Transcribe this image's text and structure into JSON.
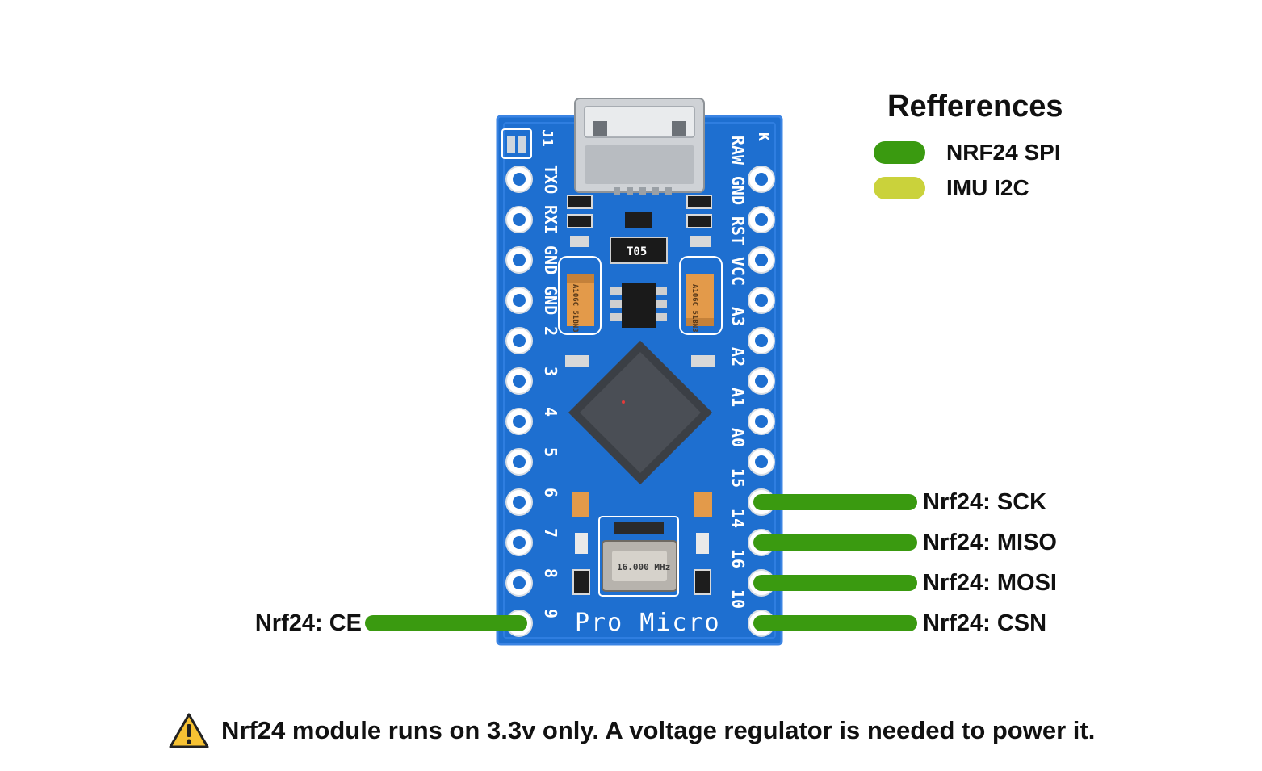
{
  "colors": {
    "nrf24_spi": "#3a9a10",
    "imu_i2c": "#cad23b",
    "board_blue": "#1e6fd0",
    "board_edge": "#2a78de",
    "warning_fill": "#f7c233"
  },
  "references": {
    "title": "Refferences",
    "items": [
      {
        "label": "NRF24 SPI",
        "color": "#3a9a10"
      },
      {
        "label": "IMU I2C",
        "color": "#cad23b"
      }
    ]
  },
  "board": {
    "name": "Pro Micro",
    "left_pins": [
      "TXO",
      "RXI",
      "GND",
      "GND",
      "2",
      "3",
      "4",
      "5",
      "6",
      "7",
      "8",
      "9"
    ],
    "right_pins": [
      "RAW",
      "GND",
      "RST",
      "VCC",
      "A3",
      "A2",
      "A1",
      "A0",
      "15",
      "14",
      "16",
      "10"
    ],
    "silk": {
      "j1": "J1",
      "k": "K",
      "regulator": "T05",
      "cap_left": "A106C 51BN3",
      "cap_right": "A106C 51BN3",
      "crystal": "16.000 MHz"
    }
  },
  "connections": [
    {
      "pin": "15",
      "label": "Nrf24: SCK",
      "group": "nrf24_spi"
    },
    {
      "pin": "14",
      "label": "Nrf24: MISO",
      "group": "nrf24_spi"
    },
    {
      "pin": "16",
      "label": "Nrf24: MOSI",
      "group": "nrf24_spi"
    },
    {
      "pin": "10",
      "label": "Nrf24: CSN",
      "group": "nrf24_spi"
    },
    {
      "pin": "9",
      "label": "Nrf24: CE",
      "group": "nrf24_spi"
    }
  ],
  "warning": {
    "icon": "warning-icon",
    "text": "Nrf24 module runs on 3.3v only. A voltage regulator is needed to power it."
  }
}
